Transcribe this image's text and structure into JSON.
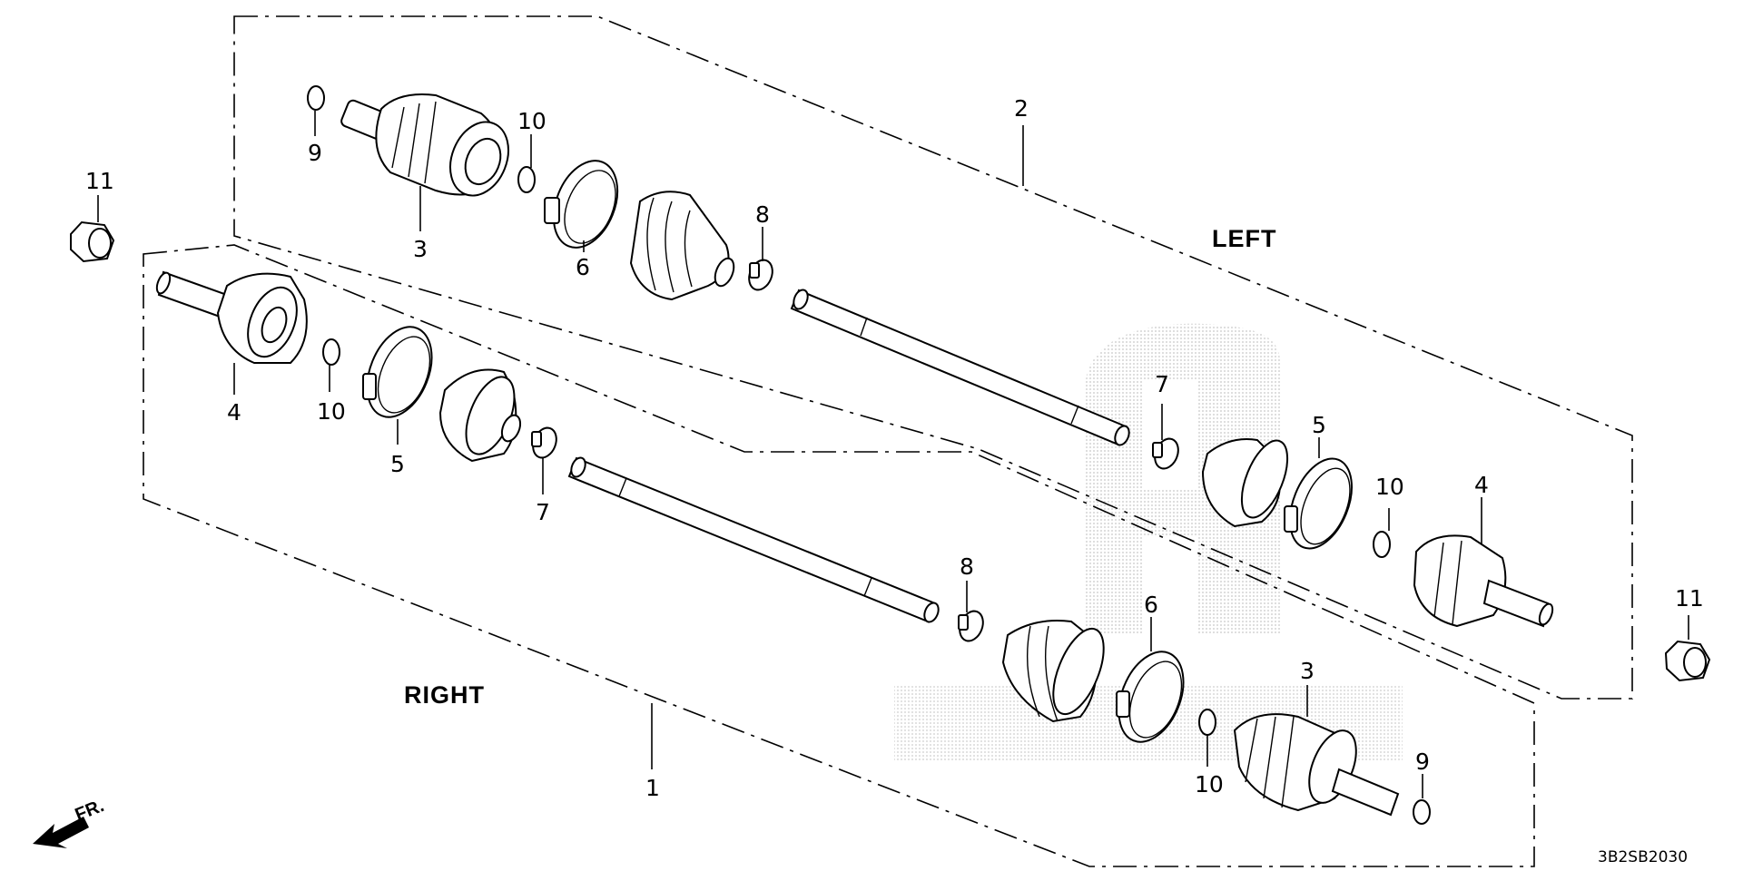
{
  "diagram": {
    "group_labels": {
      "left": "LEFT",
      "right": "RIGHT"
    },
    "drawing_code": "3B2SB2030",
    "direction_label": "FR.",
    "callouts": {
      "left_2": "2",
      "left_3": "3",
      "left_4": "4",
      "left_5": "5",
      "left_6": "6",
      "left_7": "7",
      "left_8": "8",
      "left_9": "9",
      "left_10_top": "10",
      "left_10_bottom": "10",
      "nut_11_left": "11",
      "nut_11_right": "11",
      "right_1": "1",
      "right_3": "3",
      "right_4": "4",
      "right_5": "5",
      "right_6": "6",
      "right_7": "7",
      "right_8": "8",
      "right_9": "9",
      "right_10_top": "10",
      "right_10_bottom": "10"
    }
  }
}
